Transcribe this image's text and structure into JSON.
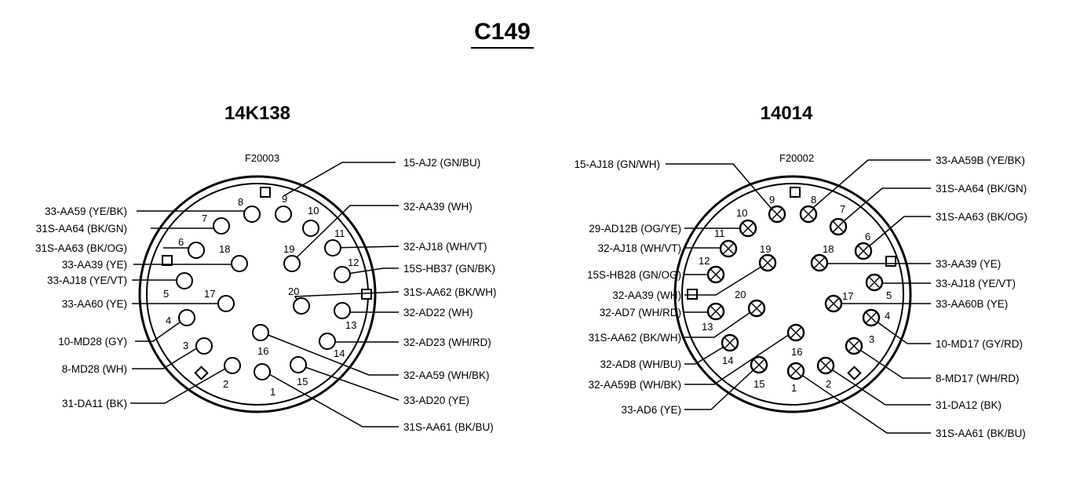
{
  "page_title": "C149",
  "connectors": [
    {
      "id": "left",
      "name": "14K138",
      "figure": "F20003",
      "pins": [
        {
          "n": "1",
          "label": "31S-AA61 (BK/BU)"
        },
        {
          "n": "2",
          "label": "31-DA11 (BK)"
        },
        {
          "n": "3",
          "label": "8-MD28 (WH)"
        },
        {
          "n": "4",
          "label": "10-MD28 (GY)"
        },
        {
          "n": "5",
          "label": "33-AJ18 (YE/VT)"
        },
        {
          "n": "6",
          "label": "31S-AA63 (BK/OG)"
        },
        {
          "n": "7",
          "label": "31S-AA64 (BK/GN)"
        },
        {
          "n": "8",
          "label": "33-AA59 (YE/BK)"
        },
        {
          "n": "9",
          "label": "15-AJ2 (GN/BU)"
        },
        {
          "n": "10",
          "label": ""
        },
        {
          "n": "11",
          "label": "32-AJ18 (WH/VT)"
        },
        {
          "n": "12",
          "label": "15S-HB37 (GN/BK)"
        },
        {
          "n": "13",
          "label": "32-AD22 (WH)"
        },
        {
          "n": "14",
          "label": "32-AD23 (WH/RD)"
        },
        {
          "n": "15",
          "label": "33-AD20 (YE)"
        },
        {
          "n": "16",
          "label": "32-AA59 (WH/BK)"
        },
        {
          "n": "17",
          "label": "33-AA60 (YE)"
        },
        {
          "n": "18",
          "label": "33-AA39 (YE)"
        },
        {
          "n": "19",
          "label": "32-AA39 (WH)"
        },
        {
          "n": "20",
          "label": "31S-AA62 (BK/WH)"
        }
      ]
    },
    {
      "id": "right",
      "name": "14014",
      "figure": "F20002",
      "pins": [
        {
          "n": "1",
          "label": "31S-AA61 (BK/BU)"
        },
        {
          "n": "2",
          "label": "31-DA12 (BK)"
        },
        {
          "n": "3",
          "label": "8-MD17 (WH/RD)"
        },
        {
          "n": "4",
          "label": "10-MD17 (GY/RD)"
        },
        {
          "n": "5",
          "label": "33-AJ18 (YE/VT)"
        },
        {
          "n": "6",
          "label": "31S-AA63 (BK/OG)"
        },
        {
          "n": "7",
          "label": "31S-AA64 (BK/GN)"
        },
        {
          "n": "8",
          "label": "33-AA59B (YE/BK)"
        },
        {
          "n": "9",
          "label": "15-AJ18 (GN/WH)"
        },
        {
          "n": "10",
          "label": "29-AD12B (OG/YE)"
        },
        {
          "n": "11",
          "label": "32-AJ18 (WH/VT)"
        },
        {
          "n": "12",
          "label": "15S-HB28 (GN/OG)"
        },
        {
          "n": "13",
          "label": "32-AD7 (WH/RD)"
        },
        {
          "n": "14",
          "label": "32-AD8 (WH/BU)"
        },
        {
          "n": "15",
          "label": "32-AA59B (WH/BK)"
        },
        {
          "n": "16",
          "label": "33-AD6 (YE)"
        },
        {
          "n": "17",
          "label": "33-AA60B (YE)"
        },
        {
          "n": "18",
          "label": "33-AA39 (YE)"
        },
        {
          "n": "19",
          "label": "32-AA39 (WH)"
        },
        {
          "n": "20",
          "label": "31S-AA62 (BK/WH)"
        }
      ]
    }
  ]
}
